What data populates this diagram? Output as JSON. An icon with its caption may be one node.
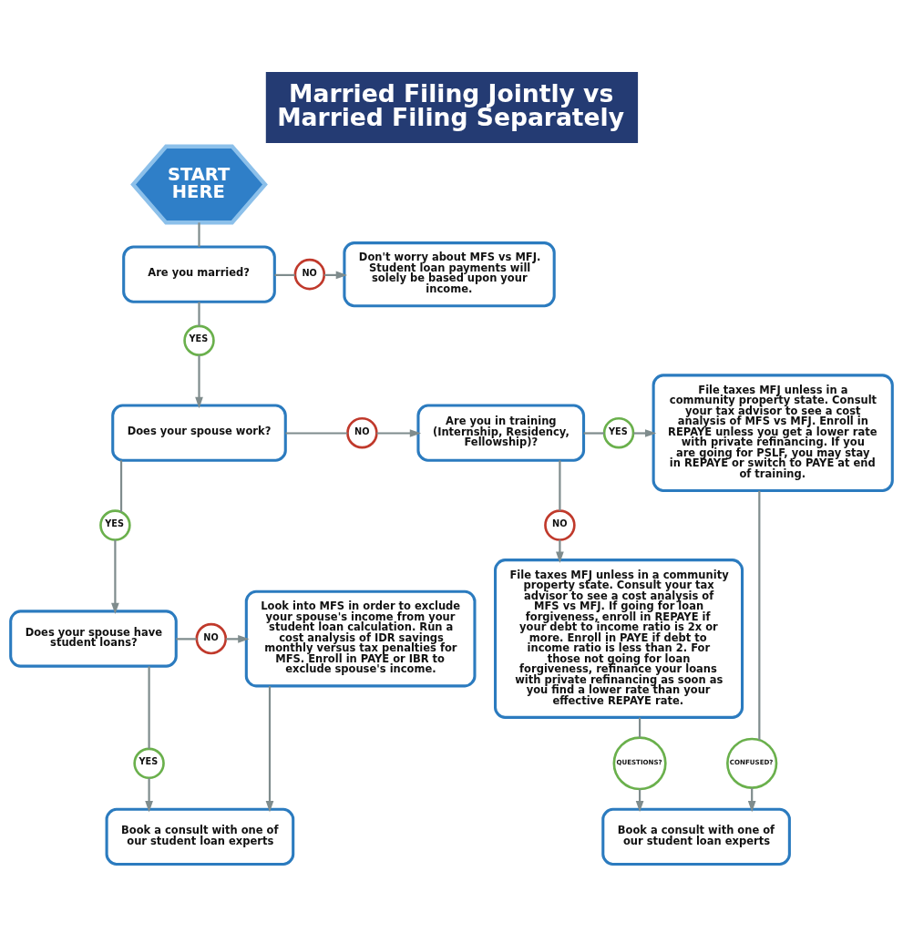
{
  "diagram": {
    "title": "Married Filing Jointly vs Married Filing Separately",
    "nodes": [
      {
        "text": [
          "START HERE"
        ]
      },
      {
        "text": [
          "Are you married?"
        ]
      },
      {
        "text": [
          "NO"
        ]
      },
      {
        "text": [
          "Don't worry about MFS vs MFJ. Student loan payments will solely be based upon your income."
        ]
      },
      {
        "text": [
          "YES"
        ]
      },
      {
        "text": [
          "Does your spouse work?"
        ]
      },
      {
        "text": [
          "NO"
        ]
      },
      {
        "text": [
          "Are you in training (Internship, Residency, Fellowship)?"
        ]
      },
      {
        "text": [
          "YES"
        ]
      },
      {
        "text": [
          "File taxes MFJ unless in a community property state. Consult your tax advisor to see a cost analysis of MFS vs MFJ. Enroll in REPAYE unless you get a lower rate with private refinancing. If you are going for PSLF, you may stay in REPAYE or switch to PAYE at end of training."
        ]
      },
      {
        "text": [
          "NO"
        ]
      },
      {
        "text": [
          "File taxes MFJ unless in a community property state. Consult your tax advisor to see a cost analysis of MFS vs MFJ. If going for loan forgiveness, enroll in REPAYE if your debt to income ratio is 2x or more. Enroll in PAYE if debt to income ratio is less than 2. For those not going for loan forgiveness, refinance your loans with private refinancing as soon as you find a lower rate than your effective REPAYE rate."
        ]
      },
      {
        "text": [
          "YES"
        ]
      },
      {
        "text": [
          "Does your spouse have student loans?"
        ]
      },
      {
        "text": [
          "NO"
        ]
      },
      {
        "text": [
          "Look into MFS in order to exclude your spouse's income from your student loan calculation. Run a cost analysis of IDR savings monthly versus tax penalties for MFS. Enroll in PAYE or IBR to exclude spouse's income."
        ]
      },
      {
        "text": [
          "YES"
        ]
      },
      {
        "text": [
          "Book a consult with one of our student loan experts"
        ]
      },
      {
        "text": [
          "QUESTIONS?"
        ]
      },
      {
        "text": [
          "CONFUSED?"
        ]
      },
      {
        "text": [
          "Book a consult with one of our student loan experts"
        ]
      }
    ],
    "edges": [
      {
        "from": 0,
        "to": 1,
        "arrow": "none"
      },
      {
        "from": 1,
        "to": 2,
        "arrow": "none"
      },
      {
        "from": 2,
        "to": 3,
        "arrow": "to"
      },
      {
        "from": 1,
        "to": 4,
        "arrow": "none"
      },
      {
        "from": 4,
        "to": 5,
        "arrow": "to"
      },
      {
        "from": 5,
        "to": 6,
        "arrow": "none"
      },
      {
        "from": 6,
        "to": 7,
        "arrow": "to"
      },
      {
        "from": 7,
        "to": 8,
        "arrow": "none"
      },
      {
        "from": 8,
        "to": 9,
        "arrow": "to"
      },
      {
        "from": 7,
        "to": 10,
        "arrow": "none"
      },
      {
        "from": 10,
        "to": 11,
        "arrow": "to"
      },
      {
        "from": 5,
        "to": 12,
        "arrow": "none"
      },
      {
        "from": 12,
        "to": 13,
        "arrow": "to"
      },
      {
        "from": 13,
        "to": 14,
        "arrow": "none"
      },
      {
        "from": 14,
        "to": 15,
        "arrow": "to"
      },
      {
        "from": 13,
        "to": 16,
        "arrow": "none"
      },
      {
        "from": 16,
        "to": 17,
        "arrow": "to"
      },
      {
        "from": 15,
        "to": 17,
        "arrow": "to"
      },
      {
        "from": 11,
        "to": 18,
        "arrow": "none"
      },
      {
        "from": 18,
        "to": 20,
        "arrow": "to"
      },
      {
        "from": 9,
        "to": 19,
        "arrow": "none"
      },
      {
        "from": 19,
        "to": 20,
        "arrow": "to"
      }
    ]
  }
}
